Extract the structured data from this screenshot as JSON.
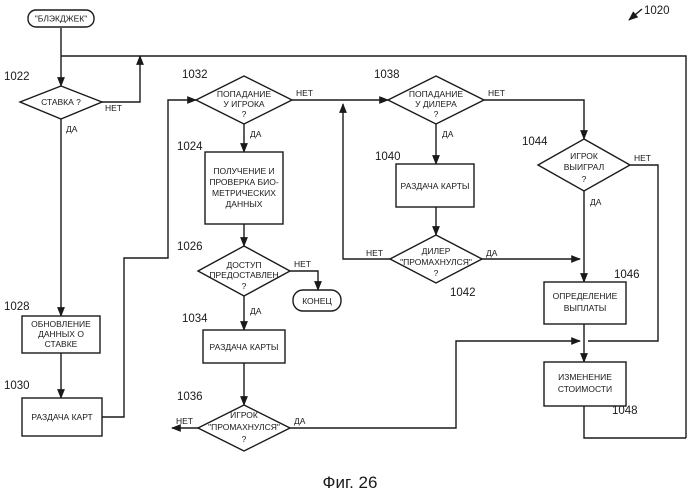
{
  "figure": {
    "number": "1020",
    "caption": "Фиг. 26"
  },
  "nodes": {
    "start": {
      "text": "\"БЛЭКДЖЕК\""
    },
    "bet": {
      "ref": "1022",
      "text": "СТАВКА  ?",
      "no": "НЕТ",
      "yes": "ДА"
    },
    "update": {
      "ref": "1028",
      "lines": [
        "ОБНОВЛЕНИЕ",
        "ДАННЫХ О",
        "СТАВКЕ"
      ]
    },
    "deal_cards": {
      "ref": "1030",
      "text": "РАЗДАЧА КАРТ"
    },
    "player_hit": {
      "ref": "1032",
      "lines": [
        "ПОПАДАНИЕ",
        "У ИГРОКА"
      ],
      "q": "?",
      "yes": "ДА",
      "no": "НЕТ"
    },
    "biometric": {
      "ref": "1024",
      "lines": [
        "ПОЛУЧЕНИЕ И",
        "ПРОВЕРКА БИО-",
        "МЕТРИЧЕСКИХ",
        "ДАННЫХ"
      ]
    },
    "access": {
      "ref": "1026",
      "lines": [
        "ДОСТУП",
        "ПРЕДОСТАВЛЕН"
      ],
      "q": "?",
      "no": "НЕТ",
      "yes": "ДА"
    },
    "end": {
      "text": "КОНЕЦ"
    },
    "player_deal": {
      "ref": "1034",
      "text": "РАЗДАЧА КАРТЫ"
    },
    "player_miss": {
      "ref": "1036",
      "lines": [
        "ИГРОК",
        "\"ПРОМАХНУЛСЯ\""
      ],
      "q": "?",
      "no": "НЕТ",
      "yes": "ДА"
    },
    "dealer_hit": {
      "ref": "1038",
      "lines": [
        "ПОПАДАНИЕ",
        "У ДИЛЕРА"
      ],
      "q": "?",
      "yes": "ДА",
      "no": "НЕТ"
    },
    "dealer_deal": {
      "ref": "1040",
      "text": "РАЗДАЧА КАРТЫ"
    },
    "dealer_miss": {
      "ref": "1042",
      "lines": [
        "ДИЛЕР",
        "\"ПРОМАХНУЛСЯ\""
      ],
      "q": "?",
      "no": "НЕТ",
      "yes": "ДА"
    },
    "player_won": {
      "ref": "1044",
      "lines": [
        "ИГРОК",
        "ВЫИГРАЛ"
      ],
      "q": "?",
      "no": "НЕТ",
      "yes": "ДА"
    },
    "payout": {
      "ref": "1046",
      "lines": [
        "ОПРЕДЕЛЕНИЕ",
        "ВЫПЛАТЫ"
      ]
    },
    "value_change": {
      "ref": "1048",
      "lines": [
        "ИЗМЕНЕНИЕ",
        "СТОИМОСТИ"
      ]
    }
  }
}
